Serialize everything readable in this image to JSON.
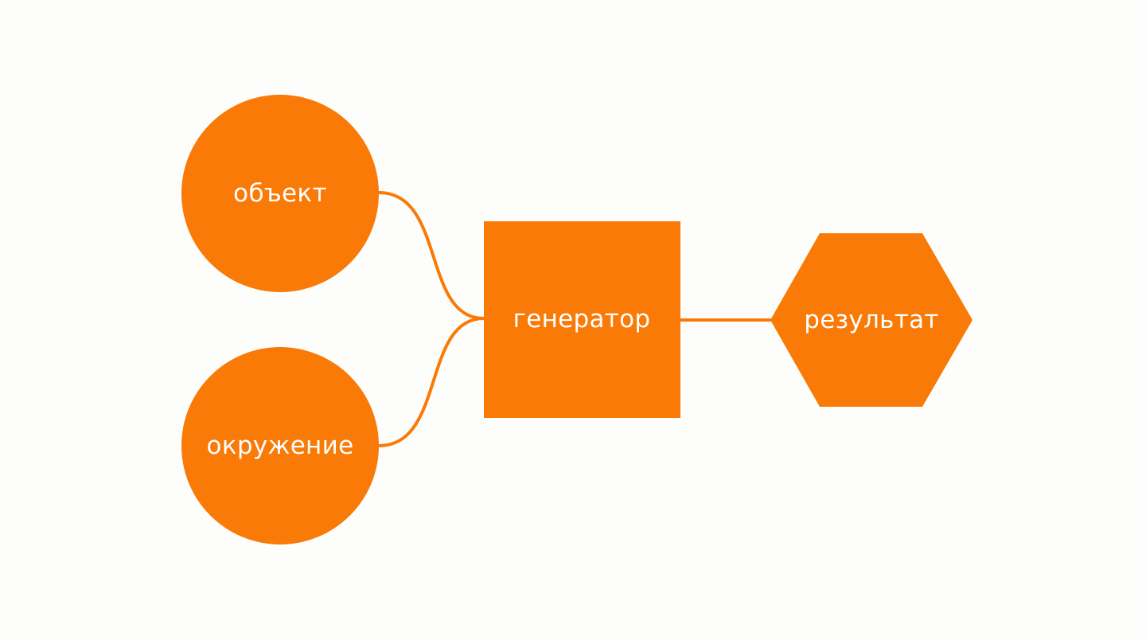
{
  "diagram": {
    "accent_color": "#f97a06",
    "background_color": "#fdfdfb",
    "label_color": "#ffffff",
    "nodes": [
      {
        "id": "object",
        "shape": "circle",
        "label": "объект"
      },
      {
        "id": "environment",
        "shape": "circle",
        "label": "окружение"
      },
      {
        "id": "generator",
        "shape": "square",
        "label": "генератор"
      },
      {
        "id": "result",
        "shape": "hexagon",
        "label": "результат"
      }
    ],
    "edges": [
      {
        "from": "object",
        "to": "generator"
      },
      {
        "from": "environment",
        "to": "generator"
      },
      {
        "from": "generator",
        "to": "result"
      }
    ]
  }
}
